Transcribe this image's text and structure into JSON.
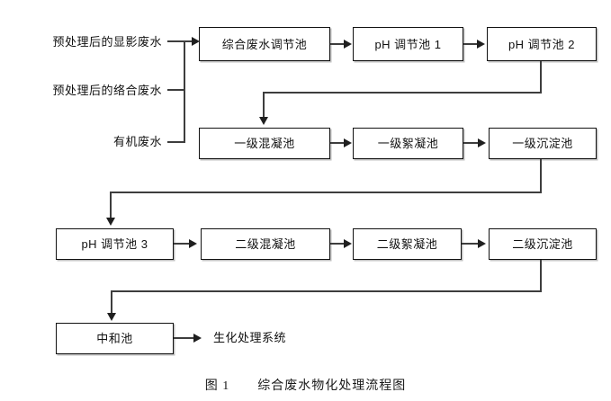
{
  "figure": {
    "caption_number": "图 1",
    "caption_title": "综合废水物化处理流程图"
  },
  "inputs": [
    {
      "id": "developing-wastewater",
      "label": "预处理后的显影废水"
    },
    {
      "id": "complexing-wastewater",
      "label": "预处理后的络合废水"
    },
    {
      "id": "organic-wastewater",
      "label": "有机废水"
    }
  ],
  "nodes": {
    "comprehensive_tank": "综合废水调节池",
    "ph_tank_1": "pH 调节池 1",
    "ph_tank_2": "pH 调节池 2",
    "primary_coagulation": "一级混凝池",
    "primary_flocculation": "一级絮凝池",
    "primary_sedimentation": "一级沉淀池",
    "ph_tank_3": "pH 调节池 3",
    "secondary_coagulation": "二级混凝池",
    "secondary_flocculation": "二级絮凝池",
    "secondary_sedimentation": "二级沉淀池",
    "neutralization_tank": "中和池",
    "biochemical_system": "生化处理系统"
  },
  "colors": {
    "line": "#3d3d3d",
    "arrow": "#1f1f1f",
    "box_border": "#111111",
    "text": "#111111",
    "background": "#ffffff"
  }
}
